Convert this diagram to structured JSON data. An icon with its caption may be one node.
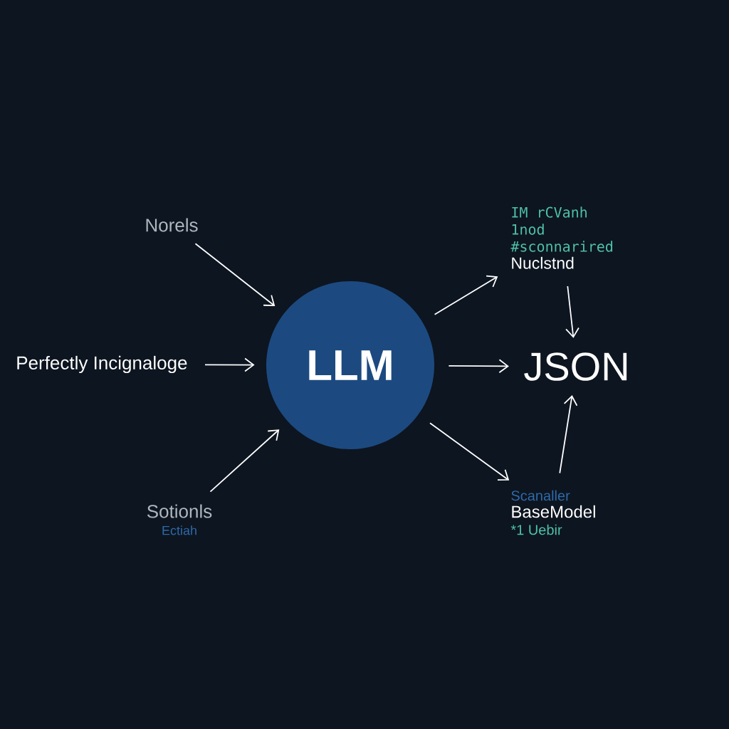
{
  "diagram": {
    "nodes": [
      {
        "text": [
          "Norels"
        ]
      },
      {
        "text": [
          "Perfectly Incignaloge"
        ]
      },
      {
        "text": [
          "Sotionls",
          "Ectiah"
        ]
      },
      {
        "text": [
          "LLM"
        ]
      },
      {
        "text": [
          "IM rCVanh",
          "1nod",
          "#sconnarired",
          "Nuclstnd"
        ]
      },
      {
        "text": [
          "JSON"
        ]
      },
      {
        "text": [
          "Scanaller",
          "BaseModel",
          "*1 Uebir"
        ]
      }
    ],
    "edges": [
      {
        "from": 0,
        "to": 3,
        "arrow": "to"
      },
      {
        "from": 1,
        "to": 3,
        "arrow": "to"
      },
      {
        "from": 2,
        "to": 3,
        "arrow": "to"
      },
      {
        "from": 3,
        "to": 4,
        "arrow": "to"
      },
      {
        "from": 3,
        "to": 5,
        "arrow": "to"
      },
      {
        "from": 3,
        "to": 6,
        "arrow": "to"
      },
      {
        "from": 4,
        "to": 5,
        "arrow": "to"
      },
      {
        "from": 6,
        "to": 5,
        "arrow": "to"
      }
    ]
  }
}
